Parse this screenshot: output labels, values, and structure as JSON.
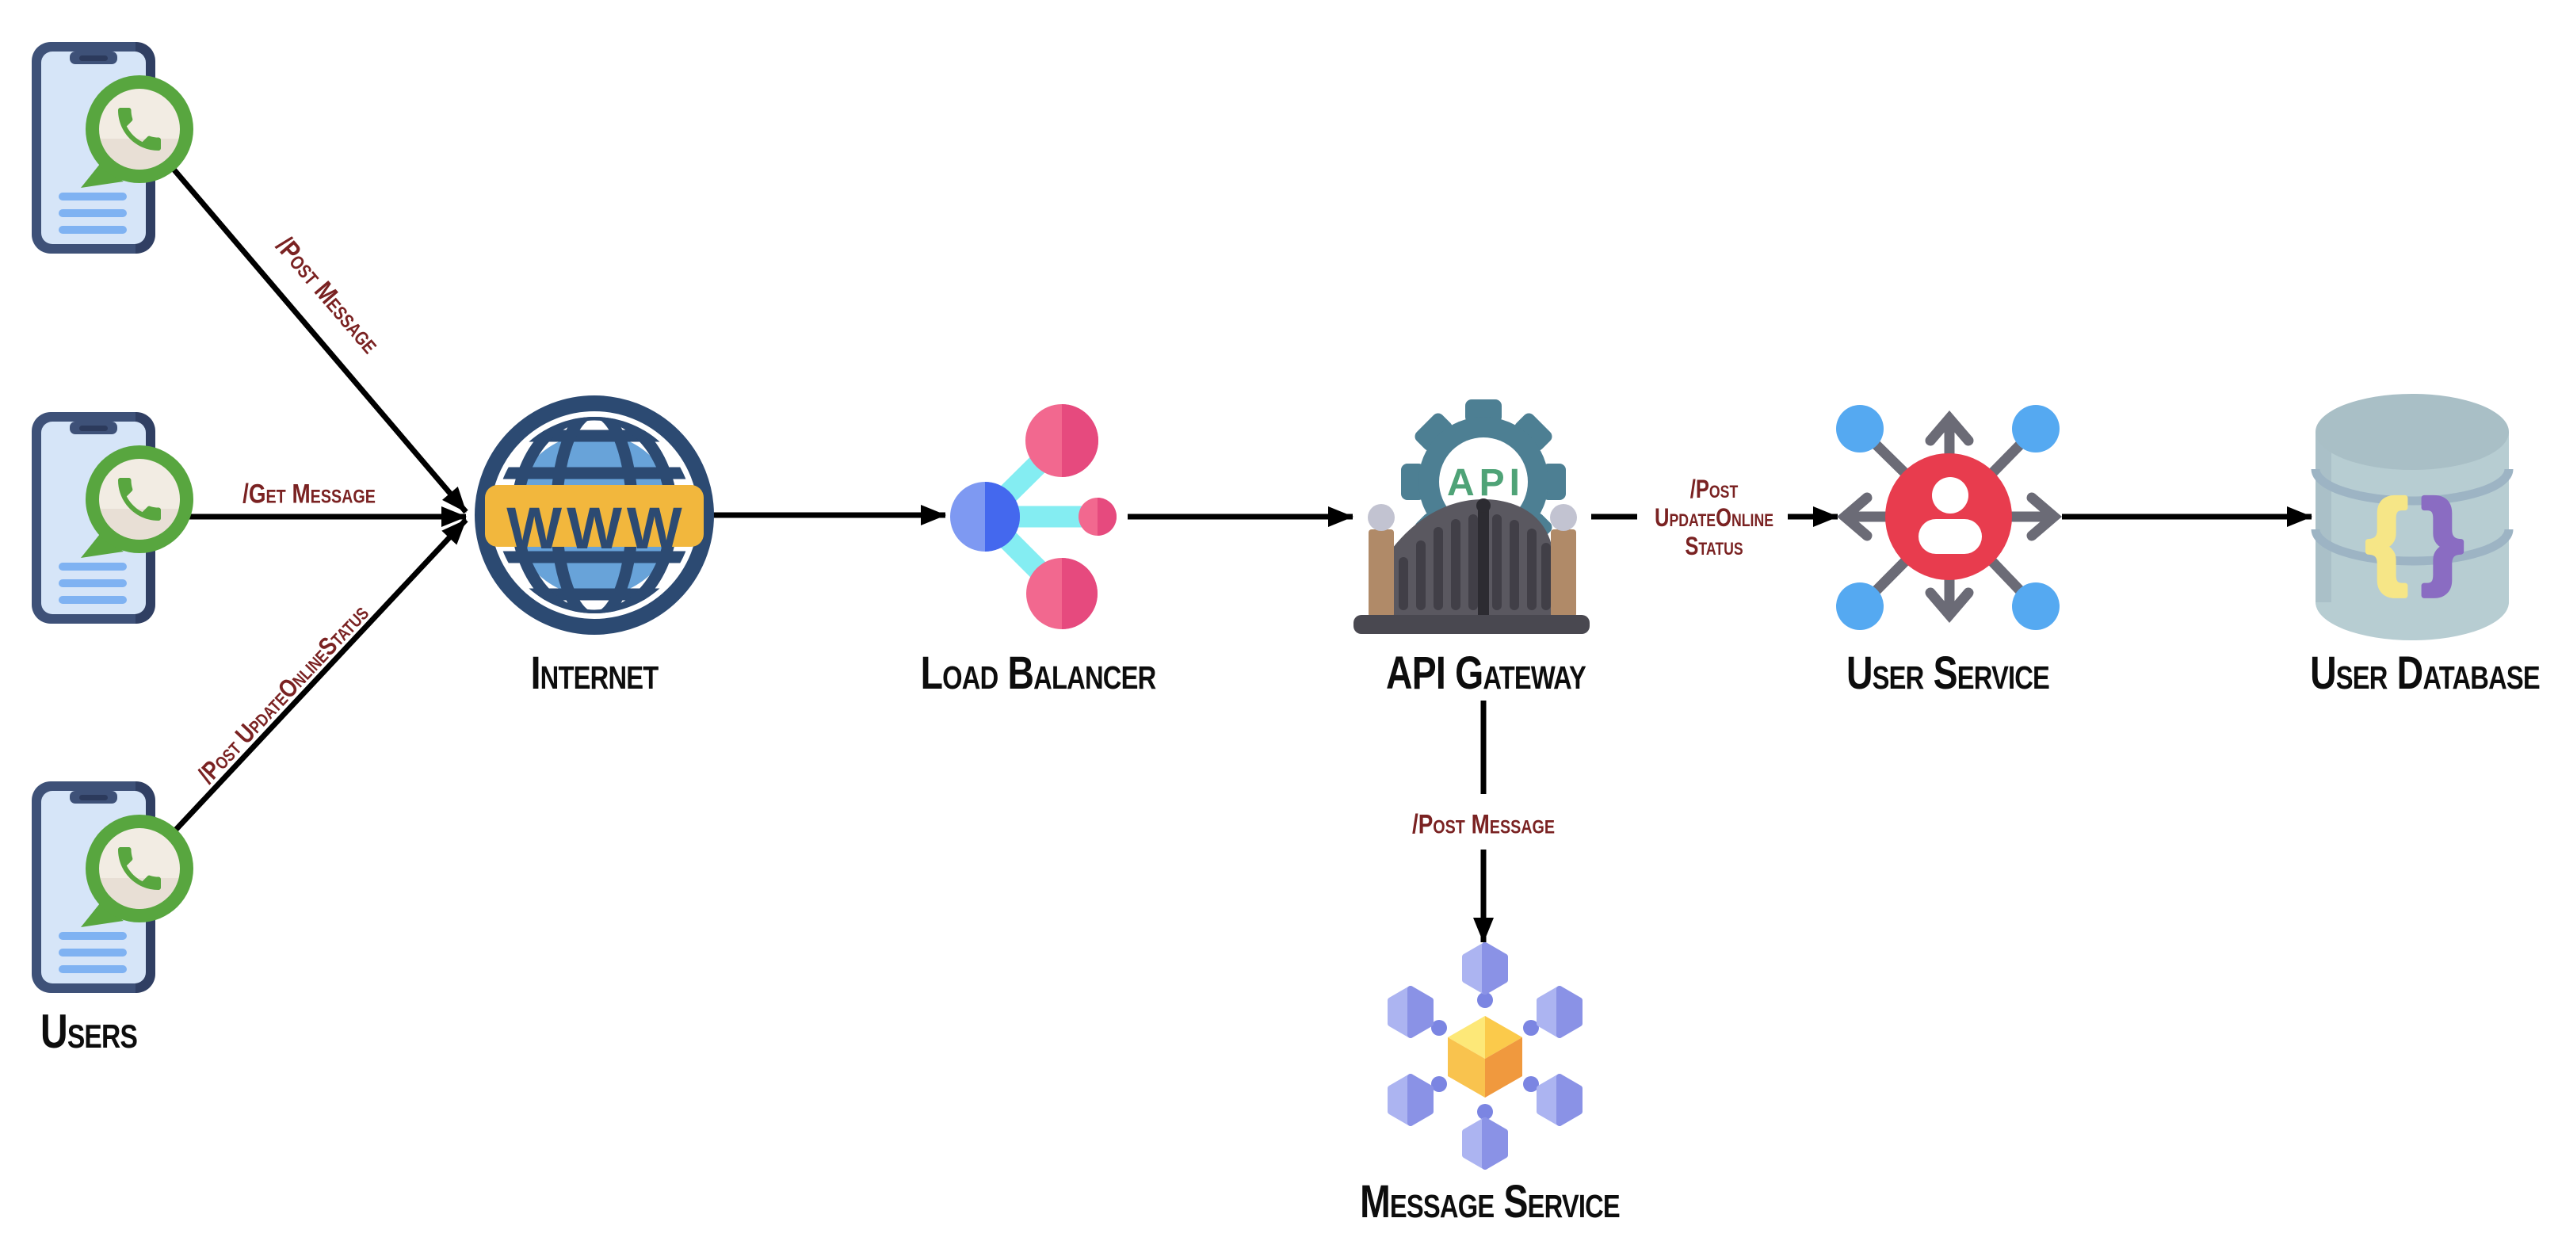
{
  "diagram": {
    "title_hint": "WhatsApp system design architecture diagram",
    "nodes": {
      "users": {
        "label": "Users"
      },
      "internet": {
        "label": "Internet",
        "badge_text": "WWW"
      },
      "load_balancer": {
        "label": "Load Balancer"
      },
      "api_gateway": {
        "label": "API Gateway",
        "badge_text": "API"
      },
      "user_service": {
        "label": "User Service"
      },
      "user_database": {
        "label": "User Database",
        "brace_left": "{",
        "brace_right": "}"
      },
      "message_service": {
        "label": "Message Service"
      }
    },
    "edges": {
      "users_top_to_internet": {
        "label": "/Post Message"
      },
      "users_middle_to_internet": {
        "label": "/Get Message"
      },
      "users_bottom_to_internet": {
        "label": "/Post UpdateOnlineStatus"
      },
      "api_gateway_to_user_service": {
        "label_line1": "/Post",
        "label_line2": "UpdateOnline",
        "label_line3": "Status"
      },
      "api_gateway_to_message_service": {
        "label": "/Post Message"
      }
    },
    "colors": {
      "edge_line": "#000000",
      "edge_label": "#7a2222",
      "node_label": "#0d0d0d",
      "whatsapp_green": "#58a63f",
      "phone_frame_navy": "#3e5178",
      "globe_navy": "#2c4a72",
      "globe_blue": "#68a3d9",
      "banner_yellow": "#f2b73d",
      "lb_blue": "#4468ee",
      "lb_cyan": "#84edf2",
      "lb_pink": "#e64a7e",
      "gear_teal": "#4d7f93",
      "api_green": "#4fa377",
      "gate_gray": "#5a5860",
      "post_brown": "#b08a68",
      "service_red": "#e83c4e",
      "service_blue": "#55a9f1",
      "arrow_gray": "#6b6b76",
      "db_body": "#b7cdd2",
      "db_brace_yellow": "#f6e687",
      "db_brace_purple": "#8a6cc2",
      "hex_purple": "#8a92e6",
      "cube_yellow": "#fbca4b"
    }
  }
}
